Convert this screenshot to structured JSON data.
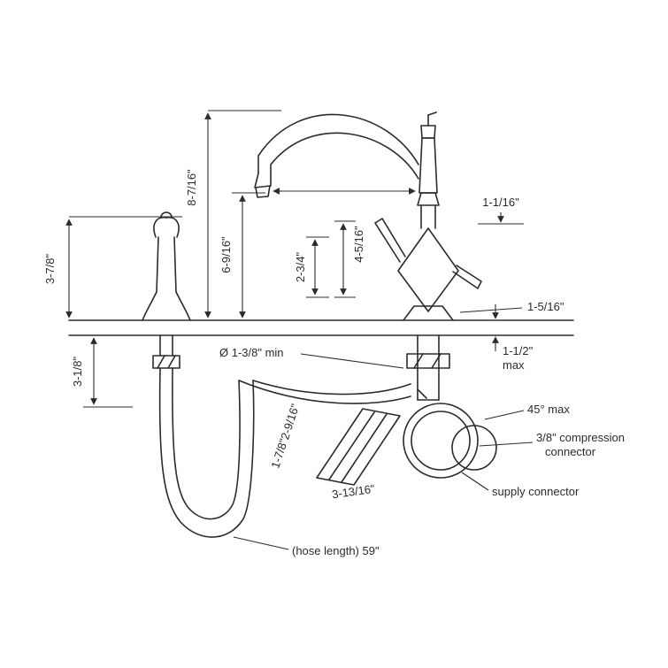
{
  "diagram": {
    "subject": "kitchen-faucet-installation-dimension-drawing",
    "line_color": "#2b2b2b",
    "background_color": "#ffffff"
  },
  "annotations": {
    "spout_height": "8-7/16\"",
    "aerator_height": "6-9/16\"",
    "handle_height": "2-3/4\"",
    "body_height": "4-5/16\"",
    "spray_height": "3-7/8\"",
    "wand_dim": "1-1/16\"",
    "flange_dia": "1-5/16\"",
    "deck_max_1": "1-1/2\"",
    "deck_max_2": "max",
    "hole_dia": "Ø 1-3/8\" min",
    "under_deck": "3-1/8\"",
    "angle_max": "45° max",
    "connector_line1": "3/8\" compression",
    "connector_line2": "connector",
    "supply_label": "supply connector",
    "hose_length": "(hose length) 59\"",
    "bracket_dim1": "2-9/16\"",
    "bracket_dim2": "1-7/8\"",
    "bracket_dim3": "3-13/16\""
  }
}
